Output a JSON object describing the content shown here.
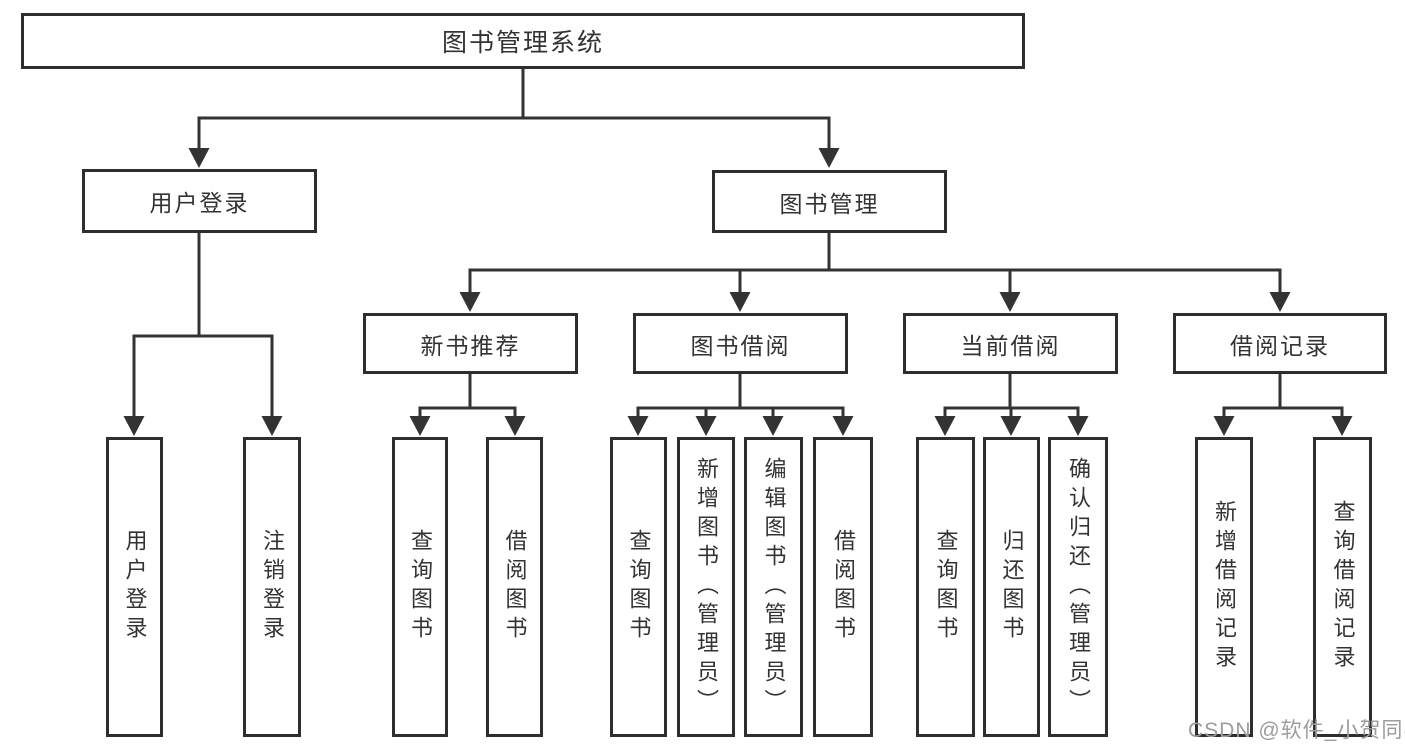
{
  "watermark": "CSDN @软件_小贺同学",
  "colors": {
    "line": "#333333",
    "box_border": "#2e2e2e",
    "text": "#333333",
    "watermark": "#9c9c9c",
    "background": "#ffffff"
  },
  "tree": {
    "root": {
      "label": "图书管理系统"
    },
    "user_login": {
      "label": "用户登录",
      "children": {
        "login": "用户登录",
        "logout": "注销登录"
      }
    },
    "book_mgmt": {
      "label": "图书管理",
      "children": {
        "new_books": {
          "label": "新书推荐",
          "children": {
            "query": "查询图书",
            "borrow": "借阅图书"
          }
        },
        "book_borrow": {
          "label": "图书借阅",
          "children": {
            "query": "查询图书",
            "add": "新增图书（管理员）",
            "edit": "编辑图书（管理员）",
            "borrow": "借阅图书"
          }
        },
        "current_borrow": {
          "label": "当前借阅",
          "children": {
            "query": "查询图书",
            "return": "归还图书",
            "confirm_return": "确认归还（管理员）"
          }
        },
        "borrow_records": {
          "label": "借阅记录",
          "children": {
            "add": "新增借阅记录",
            "query": "查询借阅记录"
          }
        }
      }
    }
  }
}
